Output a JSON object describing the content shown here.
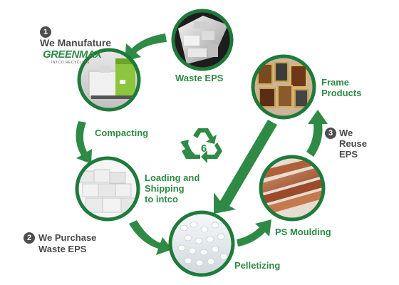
{
  "steps": {
    "manufacture": {
      "number": "1",
      "label": "We Manufature"
    },
    "purchase": {
      "number": "2",
      "label_line1": "We Purchase",
      "label_line2": "Waste EPS"
    },
    "reuse": {
      "number": "3",
      "label_line1": "We",
      "label_line2": "Reuse",
      "label_line3": "EPS"
    }
  },
  "brand": {
    "name": "GREENMAX",
    "tagline": "INTCO RECYCLING"
  },
  "nodes": {
    "waste_eps": "Waste EPS",
    "compacting": "Compacting",
    "loading_line1": "Loading and",
    "loading_line2": "Shipping",
    "loading_line3": "to intco",
    "pelletizing": "Pelletizing",
    "ps_moulding": "PS Moulding",
    "frame_line1": "Frame",
    "frame_line2": "Products"
  },
  "center": {
    "recycle_number": "6",
    "recyclable_label": "Recyclable"
  },
  "colors": {
    "green": "#2f8a45",
    "arrow": "#2f8a45",
    "ring": "#1f7a3a",
    "dark": "#4d4d4d"
  },
  "icons": [
    "recycle-icon"
  ]
}
